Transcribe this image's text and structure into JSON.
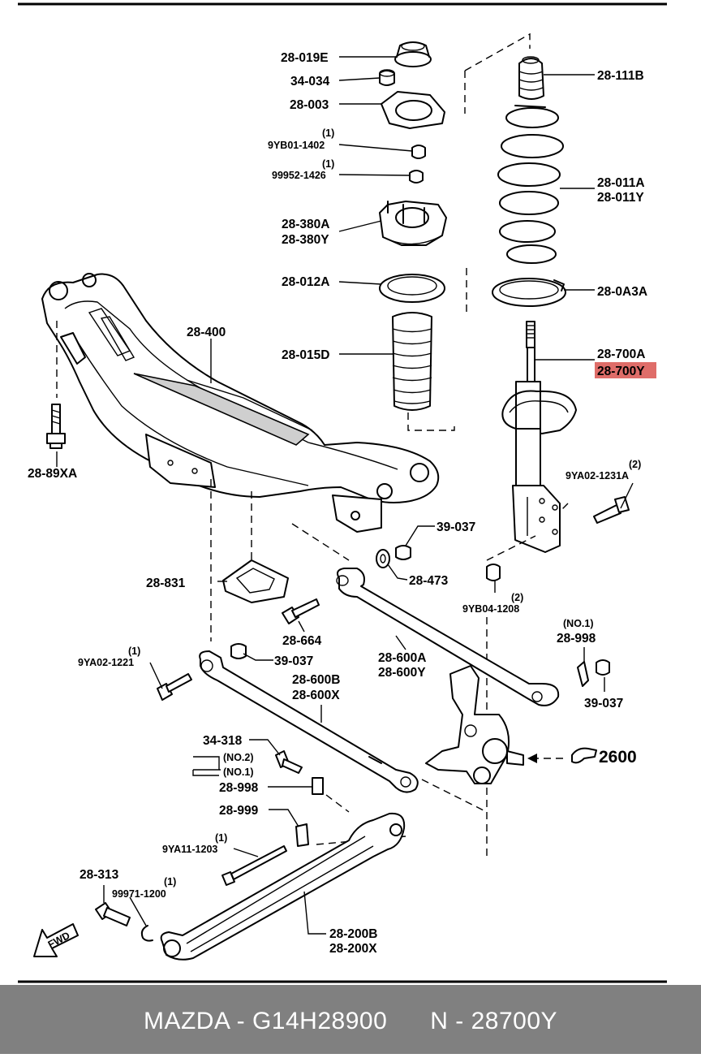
{
  "diagram": {
    "callouts": {
      "p28_019E": "28-019E",
      "p34_034": "34-034",
      "p28_003": "28-003",
      "p9YB01_1402_qty": "(1)",
      "p9YB01_1402": "9YB01-1402",
      "p99952_1426_qty": "(1)",
      "p99952_1426": "99952-1426",
      "p28_380A": "28-380A",
      "p28_380Y": "28-380Y",
      "p28_012A": "28-012A",
      "p28_015D": "28-015D",
      "p28_400": "28-400",
      "p28_89XA": "28-89XA",
      "p28_111B": "28-111B",
      "p28_011A": "28-011A",
      "p28_011Y": "28-011Y",
      "p28_0A3A": "28-0A3A",
      "p28_700A": "28-700A",
      "p28_700Y": "28-700Y",
      "p9YA02_1231A_qty": "(2)",
      "p9YA02_1231A": "9YA02-1231A",
      "p39_037_a": "39-037",
      "p28_473": "28-473",
      "p9YB04_1208_qty": "(2)",
      "p9YB04_1208": "9YB04-1208",
      "p28_831": "28-831",
      "p28_664": "28-664",
      "p39_037_b": "39-037",
      "p28_600A": "28-600A",
      "p28_600Y": "28-600Y",
      "p28_998_top_note": "(NO.1)",
      "p28_998_top": "28-998",
      "p39_037_c": "39-037",
      "p9YA02_1221_qty": "(1)",
      "p9YA02_1221": "9YA02-1221",
      "p28_600B": "28-600B",
      "p28_600X": "28-600X",
      "p34_318": "34-318",
      "no2": "(NO.2)",
      "no1": "(NO.1)",
      "p28_998_low": "28-998",
      "p2600": "2600",
      "p28_999": "28-999",
      "p9YA11_1203_qty": "(1)",
      "p9YA11_1203": "9YA11-1203",
      "p28_313": "28-313",
      "p99971_1200_qty": "(1)",
      "p99971_1200": "99971-1200",
      "p28_200B": "28-200B",
      "p28_200X": "28-200X",
      "fwd": "FWD"
    },
    "highlight_color": "#d9534f"
  },
  "footer": {
    "text": "MAZDA - G14H28900      N - 28700Y"
  }
}
